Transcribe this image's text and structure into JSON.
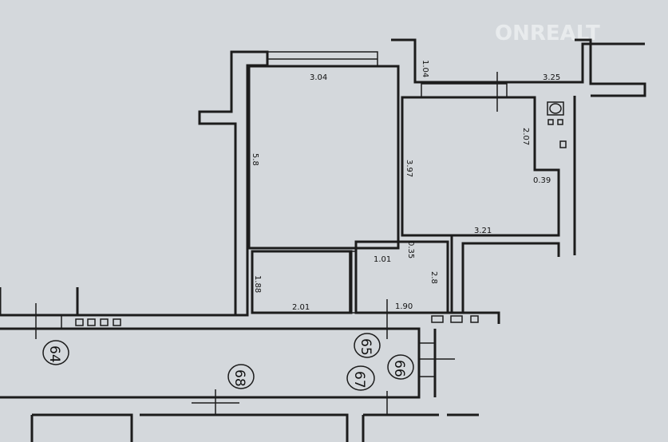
{
  "watermark": "ONREALT",
  "dimensions": {
    "room1_width": "3.04",
    "room1_length": "5.8",
    "room2_length": "3.97",
    "balcony_depth": "1.04",
    "balcony_width": "3.25",
    "kitchen_side": "2.07",
    "kitchen_step": "0.39",
    "kitchen_width": "3.21",
    "bath_step": "0.35",
    "hall_width": "1.01",
    "hall_length": "2.8",
    "wc_length": "1.88",
    "wc_width": "2.01",
    "hall_bottom": "1.90"
  },
  "apartment_numbers": [
    "64",
    "65",
    "66",
    "67",
    "68"
  ],
  "colors": {
    "background": "#d4d8dc",
    "walls": "#1c1c1c"
  }
}
